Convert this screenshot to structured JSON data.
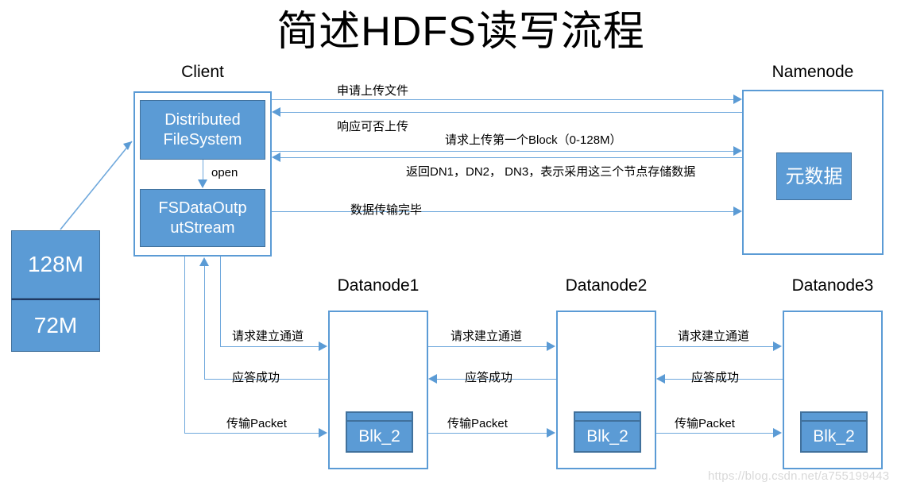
{
  "title": "简述HDFS读写流程",
  "watermark": "https://blog.csdn.net/a755199443",
  "nodes": {
    "client": {
      "caption": "Client",
      "children": [
        {
          "label": "Distributed\nFileSystem",
          "name": "distributed-filesystem"
        },
        {
          "label": "FSDataOutp\nutStream",
          "name": "fsdataoutputstream"
        }
      ],
      "internal_edge_label": "open"
    },
    "namenode": {
      "caption": "Namenode",
      "metadata_label": "元数据"
    },
    "file": {
      "blocks": [
        {
          "label": "128M"
        },
        {
          "label": "72M"
        }
      ]
    },
    "datanodes": [
      {
        "caption": "Datanode1",
        "block_label": "Blk_2"
      },
      {
        "caption": "Datanode2",
        "block_label": "Blk_2"
      },
      {
        "caption": "Datanode3",
        "block_label": "Blk_2"
      }
    ]
  },
  "edges": {
    "client_namenode": [
      {
        "label": "申请上传文件",
        "direction": "right"
      },
      {
        "label": "响应可否上传",
        "direction": "left"
      },
      {
        "label": "请求上传第一个Block（0-128M）",
        "direction": "right"
      },
      {
        "label": "返回DN1，DN2， DN3，表示采用这三个节点存储数据",
        "direction": "left"
      },
      {
        "label": "数据传输完毕",
        "direction": "right"
      }
    ],
    "client_dn1": [
      {
        "label": "请求建立通道",
        "direction": "right"
      },
      {
        "label": "应答成功",
        "direction": "left"
      },
      {
        "label": "传输Packet",
        "direction": "right"
      }
    ],
    "dn1_dn2": [
      {
        "label": "请求建立通道",
        "direction": "right"
      },
      {
        "label": "应答成功",
        "direction": "left"
      },
      {
        "label": "传输Packet",
        "direction": "right"
      }
    ],
    "dn2_dn3": [
      {
        "label": "请求建立通道",
        "direction": "right"
      },
      {
        "label": "应答成功",
        "direction": "left"
      },
      {
        "label": "传输Packet",
        "direction": "right"
      }
    ]
  },
  "colors": {
    "fill_blue": "#5B9BD5",
    "stroke_blue": "#41719C",
    "connector_blue": "#6FA8DC",
    "text_dark": "#000000",
    "watermark_gray": "#d9d9d9"
  }
}
